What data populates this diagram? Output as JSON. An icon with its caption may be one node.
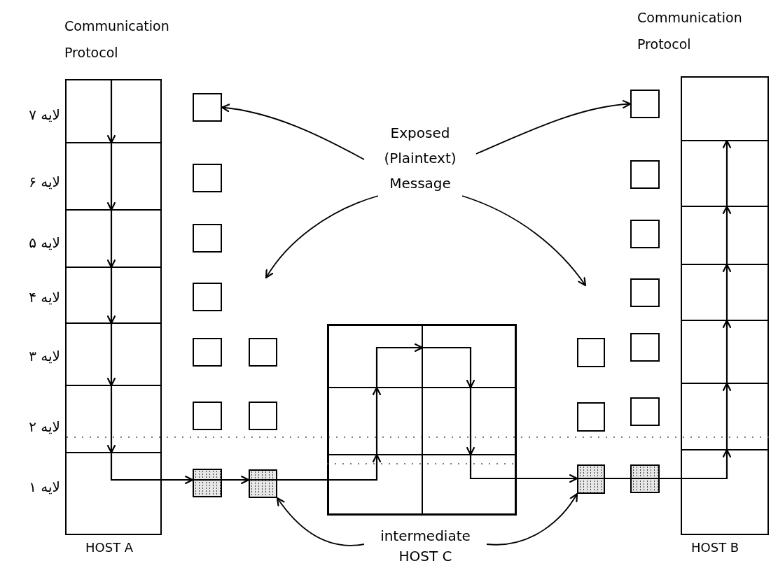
{
  "diagram": {
    "nodes": [
      {
        "text": [
          "Communication Protocol",
          "HOST A"
        ]
      },
      {
        "text": [],
        "shape": "box",
        "in": 0
      },
      {
        "text": [],
        "shape": "box",
        "in": 0
      },
      {
        "text": [],
        "shape": "box",
        "in": 0
      },
      {
        "text": [],
        "shape": "box",
        "in": 0
      },
      {
        "text": [],
        "shape": "box",
        "in": 0
      },
      {
        "text": [],
        "shape": "box",
        "in": 0
      },
      {
        "text": [],
        "shape": "box",
        "in": 0
      },
      {
        "text": [],
        "shape": "box"
      },
      {
        "text": [],
        "shape": "box"
      },
      {
        "text": [],
        "shape": "box"
      },
      {
        "text": [],
        "shape": "box"
      },
      {
        "text": [],
        "shape": "box"
      },
      {
        "text": [],
        "shape": "box"
      },
      {
        "text": [],
        "shape": "box"
      },
      {
        "text": [],
        "shape": "box"
      },
      {
        "text": [],
        "shape": "box"
      },
      {
        "text": [],
        "shape": "box"
      },
      {
        "text": [],
        "shape": "box"
      },
      {
        "text": [],
        "shape": "box",
        "in": 18
      },
      {
        "text": [],
        "shape": "box",
        "in": 18
      },
      {
        "text": [],
        "shape": "box",
        "in": 18
      },
      {
        "text": [],
        "shape": "box",
        "in": 18
      },
      {
        "text": [],
        "shape": "box",
        "in": 18
      },
      {
        "text": [],
        "shape": "box",
        "in": 18
      },
      {
        "text": [
          "Exposed (Plaintext) Message"
        ]
      },
      {
        "text": [
          "intermediate HOST C"
        ]
      },
      {
        "text": [],
        "shape": "box"
      },
      {
        "text": [],
        "shape": "box"
      },
      {
        "text": [],
        "shape": "box"
      },
      {
        "text": [],
        "shape": "box"
      },
      {
        "text": [],
        "shape": "box"
      },
      {
        "text": [],
        "shape": "box"
      },
      {
        "text": [],
        "shape": "box"
      },
      {
        "text": [],
        "shape": "box"
      },
      {
        "text": [],
        "shape": "box"
      },
      {
        "text": [],
        "shape": "box"
      },
      {
        "text": [
          "Communication Protocol",
          "HOST B"
        ]
      },
      {
        "text": [],
        "shape": "box",
        "in": 37
      },
      {
        "text": [],
        "shape": "box",
        "in": 37
      },
      {
        "text": [],
        "shape": "box",
        "in": 37
      },
      {
        "text": [],
        "shape": "box",
        "in": 37
      },
      {
        "text": [],
        "shape": "box",
        "in": 37
      },
      {
        "text": [],
        "shape": "box",
        "in": 37
      },
      {
        "text": [],
        "shape": "box",
        "in": 37
      }
    ],
    "edges": [
      {
        "from": 1,
        "to": 2,
        "arrow": "to"
      },
      {
        "from": 2,
        "to": 3,
        "arrow": "to"
      },
      {
        "from": 3,
        "to": 4,
        "arrow": "to"
      },
      {
        "from": 4,
        "to": 5,
        "arrow": "to"
      },
      {
        "from": 5,
        "to": 6,
        "arrow": "to"
      },
      {
        "from": 6,
        "to": 7,
        "arrow": "to"
      },
      {
        "from": 7,
        "to": 14,
        "arrow": "to"
      },
      {
        "from": 14,
        "to": 17,
        "arrow": "to"
      },
      {
        "from": 17,
        "to": 21,
        "arrow": "none"
      },
      {
        "from": 21,
        "to": 20,
        "arrow": "to"
      },
      {
        "from": 20,
        "to": 19,
        "arrow": "to"
      },
      {
        "from": 19,
        "to": 22,
        "arrow": "to"
      },
      {
        "from": 22,
        "to": 23,
        "arrow": "to"
      },
      {
        "from": 23,
        "to": 24,
        "arrow": "to"
      },
      {
        "from": 24,
        "to": 29,
        "arrow": "to"
      },
      {
        "from": 29,
        "to": 36,
        "arrow": "none"
      },
      {
        "from": 36,
        "to": 44,
        "arrow": "none"
      },
      {
        "from": 44,
        "to": 43,
        "arrow": "to"
      },
      {
        "from": 43,
        "to": 42,
        "arrow": "to"
      },
      {
        "from": 42,
        "to": 41,
        "arrow": "to"
      },
      {
        "from": 41,
        "to": 40,
        "arrow": "to"
      },
      {
        "from": 40,
        "to": 39,
        "arrow": "to"
      },
      {
        "from": 39,
        "to": 38,
        "arrow": "to"
      },
      {
        "from": 25,
        "to": 8,
        "arrow": "to"
      },
      {
        "from": 25,
        "to": 30,
        "arrow": "to"
      },
      {
        "from": 25,
        "to": null,
        "arrow": "to"
      },
      {
        "from": 25,
        "to": null,
        "arrow": "to"
      },
      {
        "from": 26,
        "to": 17,
        "arrow": "to"
      },
      {
        "from": 26,
        "to": 29,
        "arrow": "to"
      }
    ],
    "labels": [
      "لایه ۷",
      "لایه ۶",
      "لایه ۵",
      "لایه ۴",
      "لایه ۳",
      "لایه ۲",
      "لایه ۱"
    ]
  }
}
